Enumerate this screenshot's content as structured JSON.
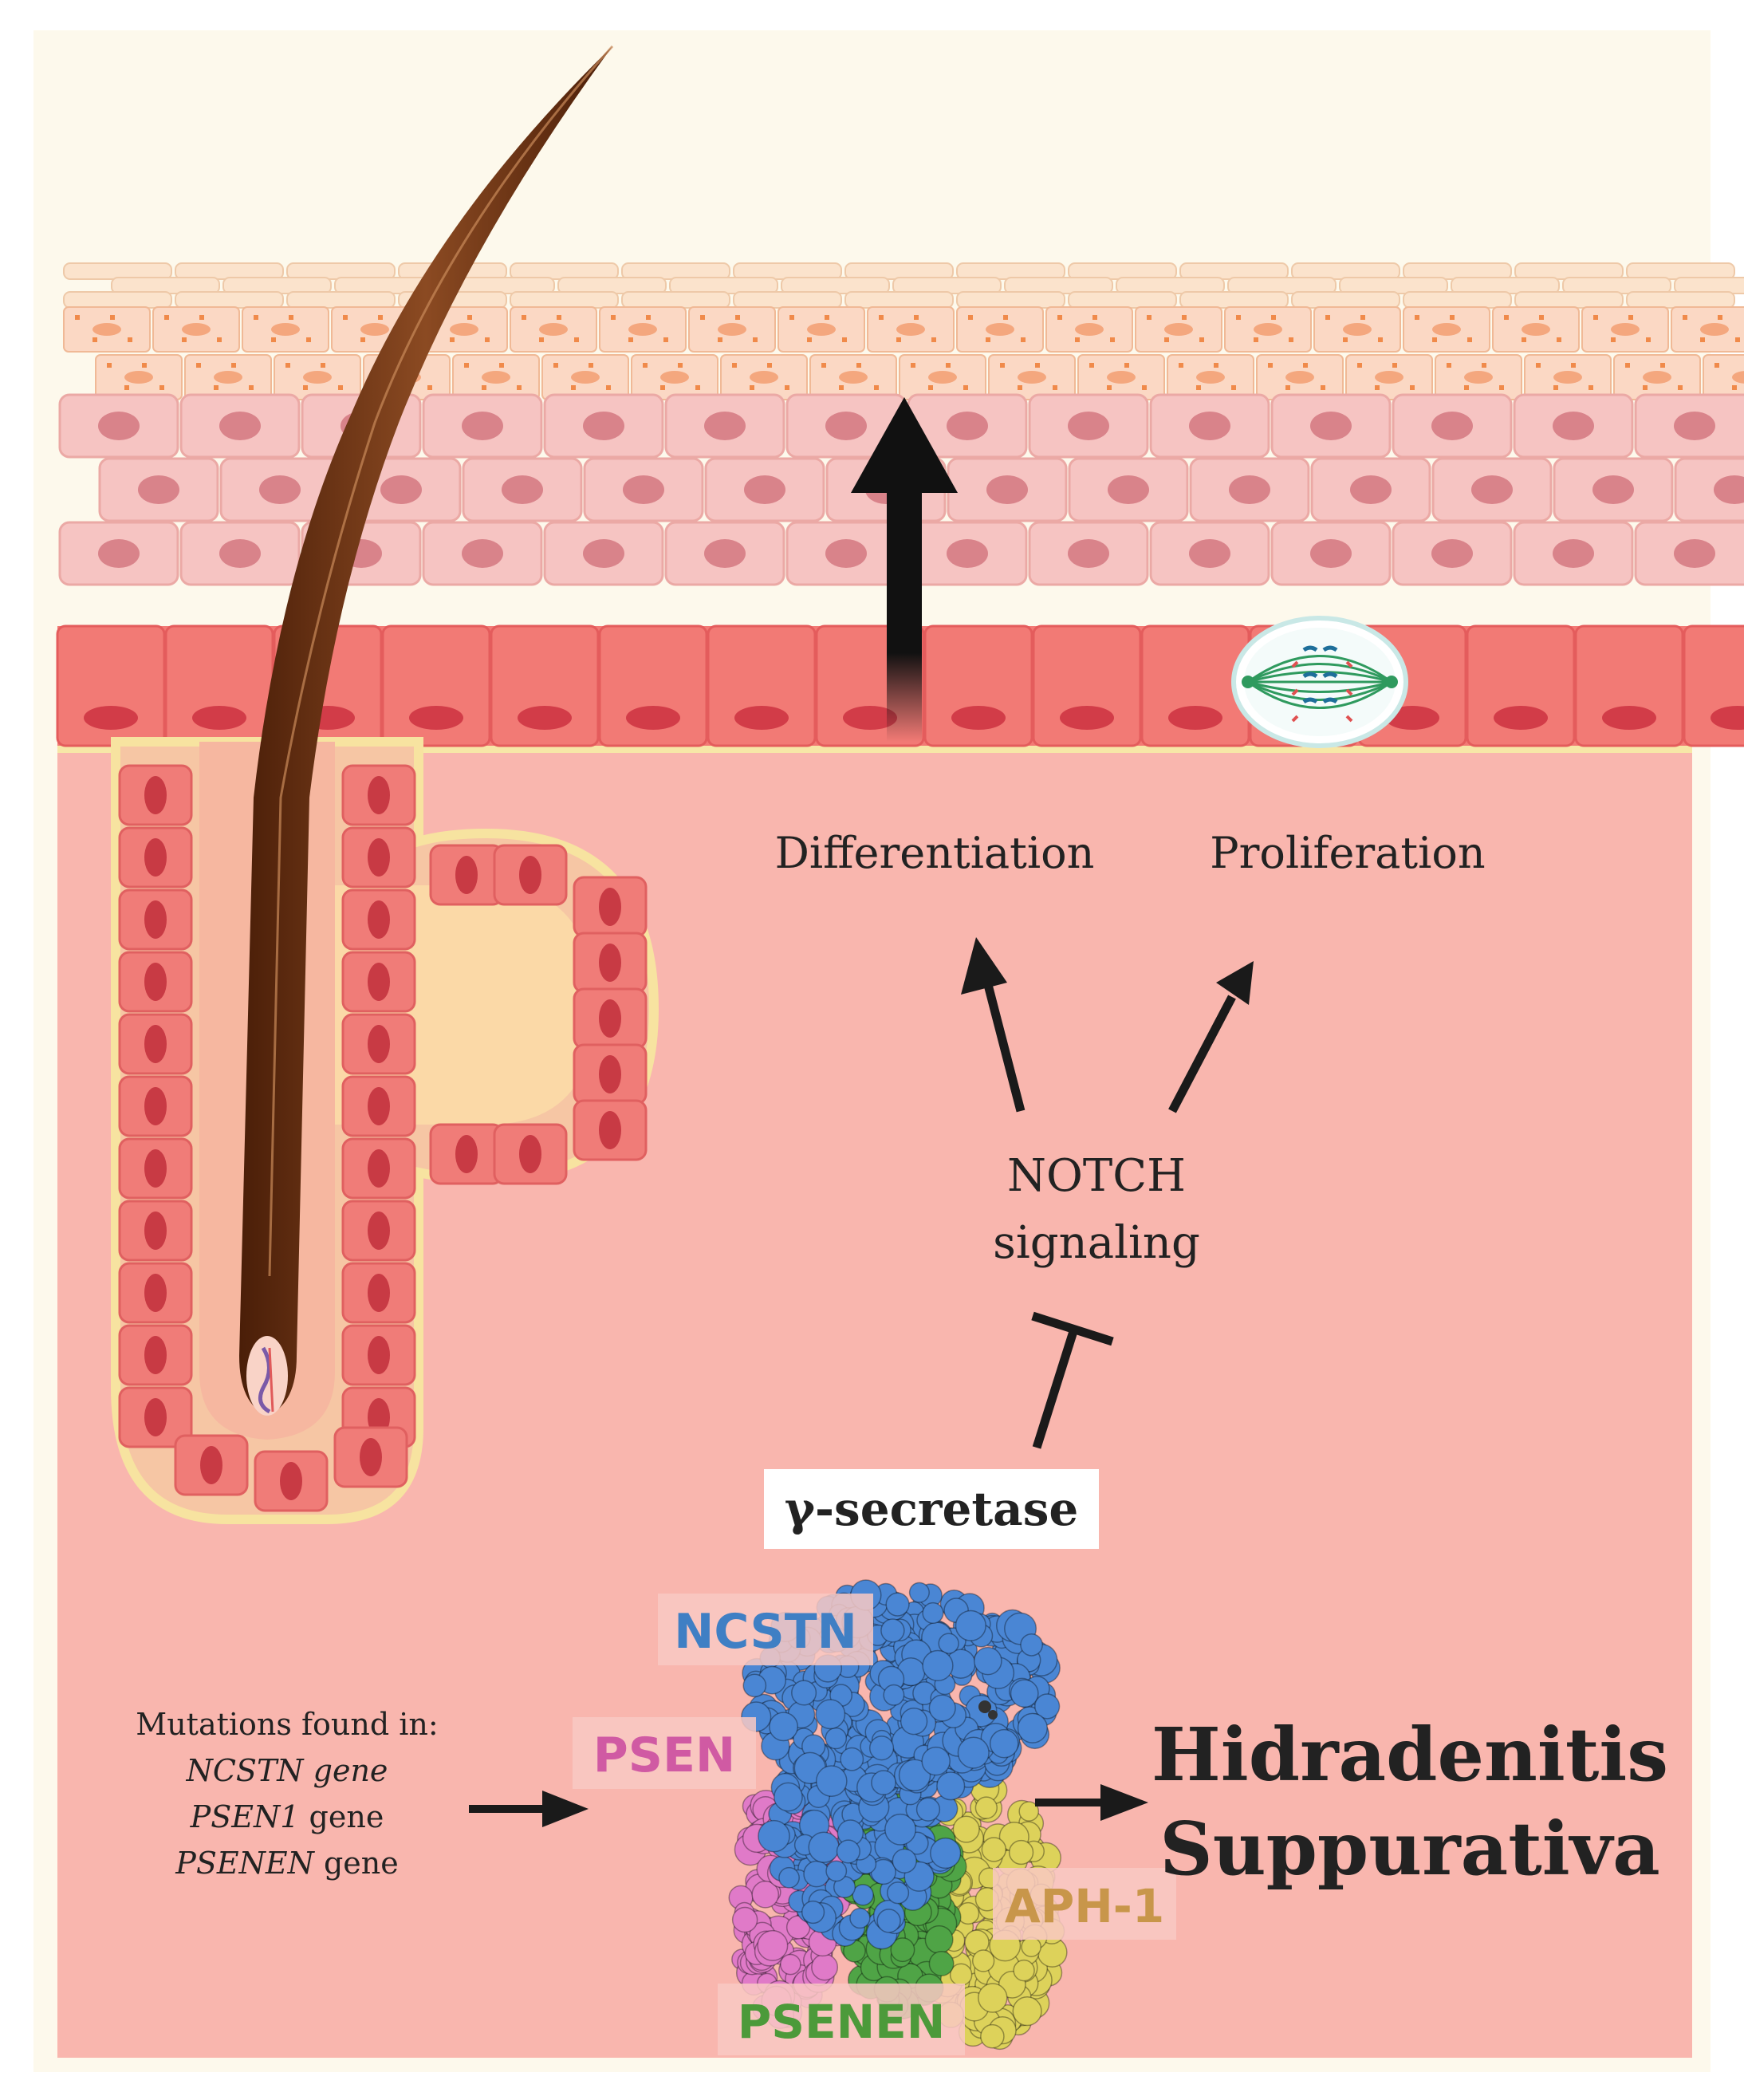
{
  "outcomes": {
    "differentiation": "Differentiation",
    "proliferation": "Proliferation"
  },
  "pathway": {
    "notch_line1": "NOTCH",
    "notch_line2": "signaling",
    "enzyme": "γ-secretase"
  },
  "subunits": {
    "ncstn": "NCSTN",
    "psen": "PSEN",
    "aph1": "APH-1",
    "psenen": "PSENEN"
  },
  "mutations": {
    "heading": "Mutations found in:",
    "gene1_name": "NCSTN gene",
    "gene2_name": "PSEN1",
    "gene2_suffix": " gene",
    "gene3_name": "PSENEN",
    "gene3_suffix": " gene"
  },
  "disease": {
    "line1": "Hidradenitis",
    "line2": "Suppurativa"
  },
  "colors": {
    "background": "#fdf9ec",
    "dermis": "#f9b6ae",
    "basal_layer": "#f27a75",
    "spinous_layer": "#f6c4c2",
    "granular_layer": "#fbd8c4",
    "hair_shaft": "#6e3315",
    "ncstn": "#4a86d4",
    "psen": "#e07ac8",
    "aph1": "#ddd25a",
    "psenen": "#4fa446",
    "ncstn_label": "#3f7fc4",
    "psen_label": "#d05aa3",
    "aph1_label": "#c8964a",
    "psenen_label": "#4c9a3a"
  }
}
